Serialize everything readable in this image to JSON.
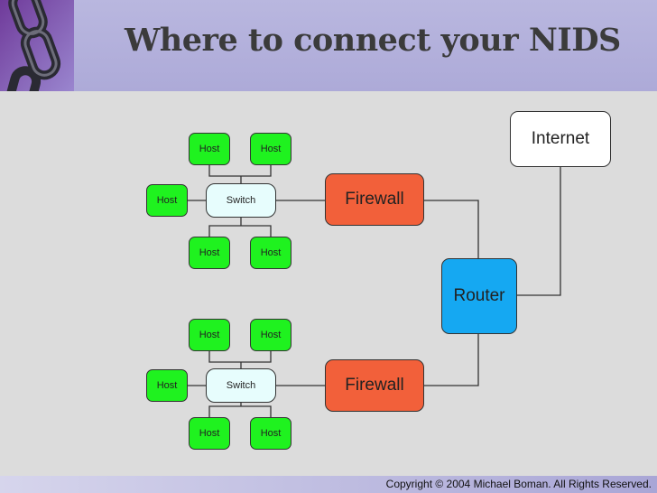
{
  "title": "Where to connect your NIDS",
  "footer": {
    "copyright": "Copyright © 2004 Michael Boman. All Rights Reserved."
  },
  "diagram": {
    "internet": "Internet",
    "router": "Router",
    "firewall_top": "Firewall",
    "firewall_bottom": "Firewall",
    "segment_top": {
      "switch": "Switch",
      "hosts": [
        "Host",
        "Host",
        "Host",
        "Host",
        "Host"
      ]
    },
    "segment_bottom": {
      "switch": "Switch",
      "hosts": [
        "Host",
        "Host",
        "Host",
        "Host",
        "Host"
      ]
    }
  },
  "colors": {
    "host": "#1ff21f",
    "switch": "#e7fdfd",
    "firewall": "#f2603a",
    "router": "#15a8f2",
    "internet": "#ffffff",
    "header": "#b9b7df",
    "canvas": "#dcdcdc"
  }
}
